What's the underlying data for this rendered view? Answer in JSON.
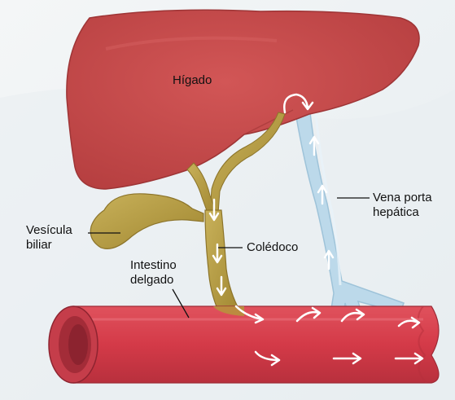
{
  "labels": {
    "liver": "Hígado",
    "gallbladder_line1": "Vesícula",
    "gallbladder_line2": "biliar",
    "common_bile_duct": "Colédoco",
    "small_intestine_line1": "Intestino",
    "small_intestine_line2": "delgado",
    "portal_vein_line1": "Vena porta",
    "portal_vein_line2": "hepática"
  },
  "colors": {
    "background": "#eef2f4",
    "liver": "#c64b4b",
    "bile": "#b39a3a",
    "intestine": "#d9414e",
    "vein": "#bcd9ea",
    "arrow": "#ffffff"
  },
  "icons": {
    "flow_arrow": "white-flow-arrow"
  }
}
